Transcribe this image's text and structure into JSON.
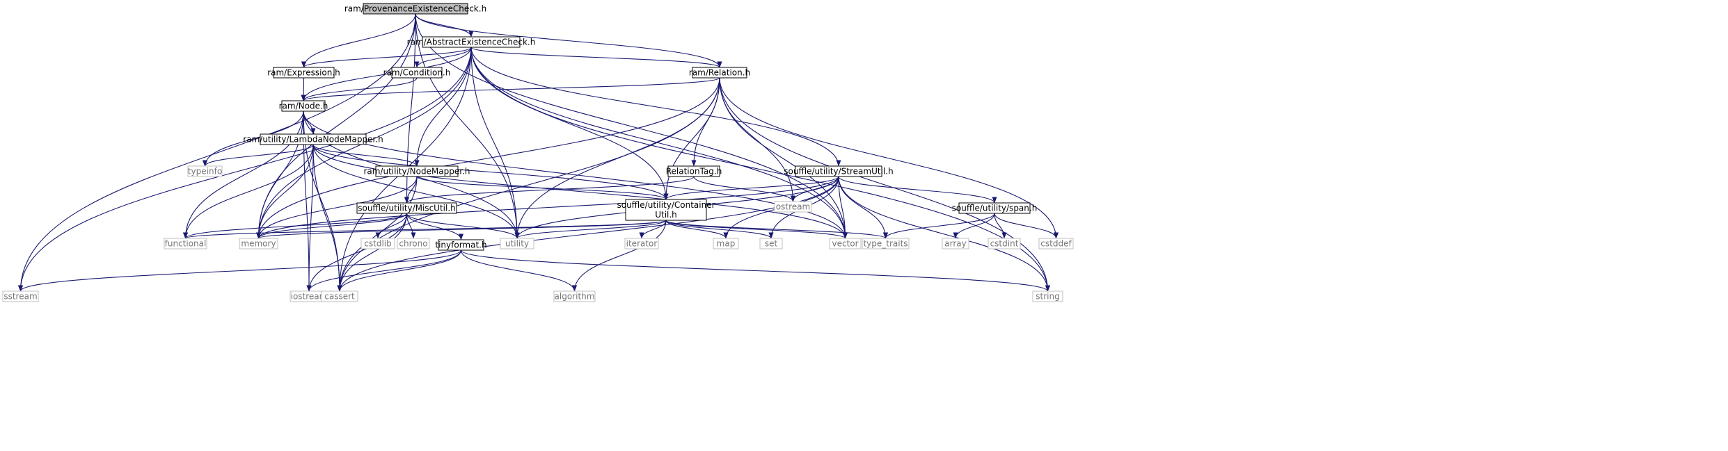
{
  "colors": {
    "edge": "#191970",
    "root_fill": "#bfbfbf",
    "box_fill": "#ffffff",
    "box_border": "#000000",
    "system_border": "#bfbfbf",
    "text": "#000000",
    "system_text": "#777777"
  },
  "nodes": [
    {
      "id": "root",
      "kind": "root",
      "lines": [
        "ram/ProvenanceExistenceCheck.h"
      ]
    },
    {
      "id": "abstract",
      "kind": "header",
      "lines": [
        "ram/AbstractExistenceCheck.h"
      ]
    },
    {
      "id": "expression",
      "kind": "header",
      "lines": [
        "ram/Expression.h"
      ]
    },
    {
      "id": "condition",
      "kind": "header",
      "lines": [
        "ram/Condition.h"
      ]
    },
    {
      "id": "relation",
      "kind": "header",
      "lines": [
        "ram/Relation.h"
      ]
    },
    {
      "id": "node",
      "kind": "header",
      "lines": [
        "ram/Node.h"
      ]
    },
    {
      "id": "lambdamapper",
      "kind": "header",
      "lines": [
        "ram/utility/LambdaNodeMapper.h"
      ]
    },
    {
      "id": "nodemapper",
      "kind": "header",
      "lines": [
        "ram/utility/NodeMapper.h"
      ]
    },
    {
      "id": "relationtag",
      "kind": "header",
      "lines": [
        "RelationTag.h"
      ]
    },
    {
      "id": "streamutil",
      "kind": "header",
      "lines": [
        "souffle/utility/StreamUtil.h"
      ]
    },
    {
      "id": "containerutil",
      "kind": "header",
      "lines": [
        "souffle/utility/Container",
        "Util.h"
      ]
    },
    {
      "id": "miscutil",
      "kind": "header",
      "lines": [
        "souffle/utility/MiscUtil.h"
      ]
    },
    {
      "id": "spanh",
      "kind": "header",
      "lines": [
        "souffle/utility/span.h"
      ]
    },
    {
      "id": "tinyformat",
      "kind": "header",
      "lines": [
        "tinyformat.h"
      ]
    },
    {
      "id": "sstream",
      "kind": "system",
      "lines": [
        "sstream"
      ]
    },
    {
      "id": "iostream",
      "kind": "system",
      "lines": [
        "iostream"
      ]
    },
    {
      "id": "cassert",
      "kind": "system",
      "lines": [
        "cassert"
      ]
    },
    {
      "id": "algorithm",
      "kind": "system",
      "lines": [
        "algorithm"
      ]
    },
    {
      "id": "string",
      "kind": "system",
      "lines": [
        "string"
      ]
    },
    {
      "id": "functional",
      "kind": "system",
      "lines": [
        "functional"
      ]
    },
    {
      "id": "memory",
      "kind": "system",
      "lines": [
        "memory"
      ]
    },
    {
      "id": "typeinfo",
      "kind": "system",
      "lines": [
        "typeinfo"
      ]
    },
    {
      "id": "cstdlib",
      "kind": "system",
      "lines": [
        "cstdlib"
      ]
    },
    {
      "id": "chrono",
      "kind": "system",
      "lines": [
        "chrono"
      ]
    },
    {
      "id": "utility",
      "kind": "system",
      "lines": [
        "utility"
      ]
    },
    {
      "id": "iterator",
      "kind": "system",
      "lines": [
        "iterator"
      ]
    },
    {
      "id": "map",
      "kind": "system",
      "lines": [
        "map"
      ]
    },
    {
      "id": "set",
      "kind": "system",
      "lines": [
        "set"
      ]
    },
    {
      "id": "vector",
      "kind": "system",
      "lines": [
        "vector"
      ]
    },
    {
      "id": "type_traits",
      "kind": "system",
      "lines": [
        "type_traits"
      ]
    },
    {
      "id": "ostream",
      "kind": "system",
      "lines": [
        "ostream"
      ]
    },
    {
      "id": "array",
      "kind": "system",
      "lines": [
        "array"
      ]
    },
    {
      "id": "cstdint",
      "kind": "system",
      "lines": [
        "cstdint"
      ]
    },
    {
      "id": "cstddef",
      "kind": "system",
      "lines": [
        "cstddef"
      ]
    }
  ],
  "edges": [
    [
      "root",
      "abstract"
    ],
    [
      "root",
      "expression"
    ],
    [
      "root",
      "relation"
    ],
    [
      "root",
      "utility"
    ],
    [
      "root",
      "vector"
    ],
    [
      "root",
      "sstream"
    ],
    [
      "root",
      "memory"
    ],
    [
      "root",
      "miscutil"
    ],
    [
      "abstract",
      "expression"
    ],
    [
      "abstract",
      "condition"
    ],
    [
      "abstract",
      "relation"
    ],
    [
      "abstract",
      "node"
    ],
    [
      "abstract",
      "nodemapper"
    ],
    [
      "abstract",
      "containerutil"
    ],
    [
      "abstract",
      "streamutil"
    ],
    [
      "abstract",
      "utility"
    ],
    [
      "abstract",
      "memory"
    ],
    [
      "abstract",
      "sstream"
    ],
    [
      "abstract",
      "cassert"
    ],
    [
      "abstract",
      "string"
    ],
    [
      "abstract",
      "vector"
    ],
    [
      "expression",
      "node"
    ],
    [
      "condition",
      "node"
    ],
    [
      "relation",
      "node"
    ],
    [
      "relation",
      "relationtag"
    ],
    [
      "relation",
      "containerutil"
    ],
    [
      "relation",
      "utility"
    ],
    [
      "relation",
      "memory"
    ],
    [
      "relation",
      "ostream"
    ],
    [
      "relation",
      "vector"
    ],
    [
      "relation",
      "string"
    ],
    [
      "relation",
      "cstddef"
    ],
    [
      "relation",
      "cassert"
    ],
    [
      "node",
      "lambdamapper"
    ],
    [
      "node",
      "typeinfo"
    ],
    [
      "node",
      "functional"
    ],
    [
      "node",
      "memory"
    ],
    [
      "node",
      "iostream"
    ],
    [
      "node",
      "cassert"
    ],
    [
      "node",
      "utility"
    ],
    [
      "node",
      "vector"
    ],
    [
      "lambdamapper",
      "nodemapper"
    ],
    [
      "lambdamapper",
      "containerutil"
    ],
    [
      "lambdamapper",
      "typeinfo"
    ],
    [
      "lambdamapper",
      "functional"
    ],
    [
      "lambdamapper",
      "memory"
    ],
    [
      "lambdamapper",
      "cassert"
    ],
    [
      "lambdamapper",
      "iostream"
    ],
    [
      "lambdamapper",
      "utility"
    ],
    [
      "lambdamapper",
      "vector"
    ],
    [
      "nodemapper",
      "miscutil"
    ],
    [
      "nodemapper",
      "containerutil"
    ],
    [
      "nodemapper",
      "memory"
    ],
    [
      "nodemapper",
      "cassert"
    ],
    [
      "relationtag",
      "miscutil"
    ],
    [
      "relationtag",
      "ostream"
    ],
    [
      "streamutil",
      "containerutil"
    ],
    [
      "streamutil",
      "spanh"
    ],
    [
      "streamutil",
      "ostream"
    ],
    [
      "streamutil",
      "map"
    ],
    [
      "streamutil",
      "set"
    ],
    [
      "streamutil",
      "vector"
    ],
    [
      "streamutil",
      "type_traits"
    ],
    [
      "streamutil",
      "string"
    ],
    [
      "streamutil",
      "utility"
    ],
    [
      "streamutil",
      "memory"
    ],
    [
      "streamutil",
      "cassert"
    ],
    [
      "containerutil",
      "iterator"
    ],
    [
      "containerutil",
      "map"
    ],
    [
      "containerutil",
      "set"
    ],
    [
      "containerutil",
      "vector"
    ],
    [
      "containerutil",
      "type_traits"
    ],
    [
      "containerutil",
      "utility"
    ],
    [
      "containerutil",
      "memory"
    ],
    [
      "containerutil",
      "functional"
    ],
    [
      "containerutil",
      "algorithm"
    ],
    [
      "miscutil",
      "tinyformat"
    ],
    [
      "miscutil",
      "cstdlib"
    ],
    [
      "miscutil",
      "chrono"
    ],
    [
      "miscutil",
      "utility"
    ],
    [
      "miscutil",
      "memory"
    ],
    [
      "miscutil",
      "functional"
    ],
    [
      "miscutil",
      "cassert"
    ],
    [
      "miscutil",
      "iostream"
    ],
    [
      "spanh",
      "type_traits"
    ],
    [
      "spanh",
      "array"
    ],
    [
      "spanh",
      "cstdint"
    ],
    [
      "spanh",
      "cstddef"
    ],
    [
      "tinyformat",
      "cassert"
    ],
    [
      "tinyformat",
      "iostream"
    ],
    [
      "tinyformat",
      "sstream"
    ],
    [
      "tinyformat",
      "algorithm"
    ],
    [
      "tinyformat",
      "string"
    ]
  ]
}
